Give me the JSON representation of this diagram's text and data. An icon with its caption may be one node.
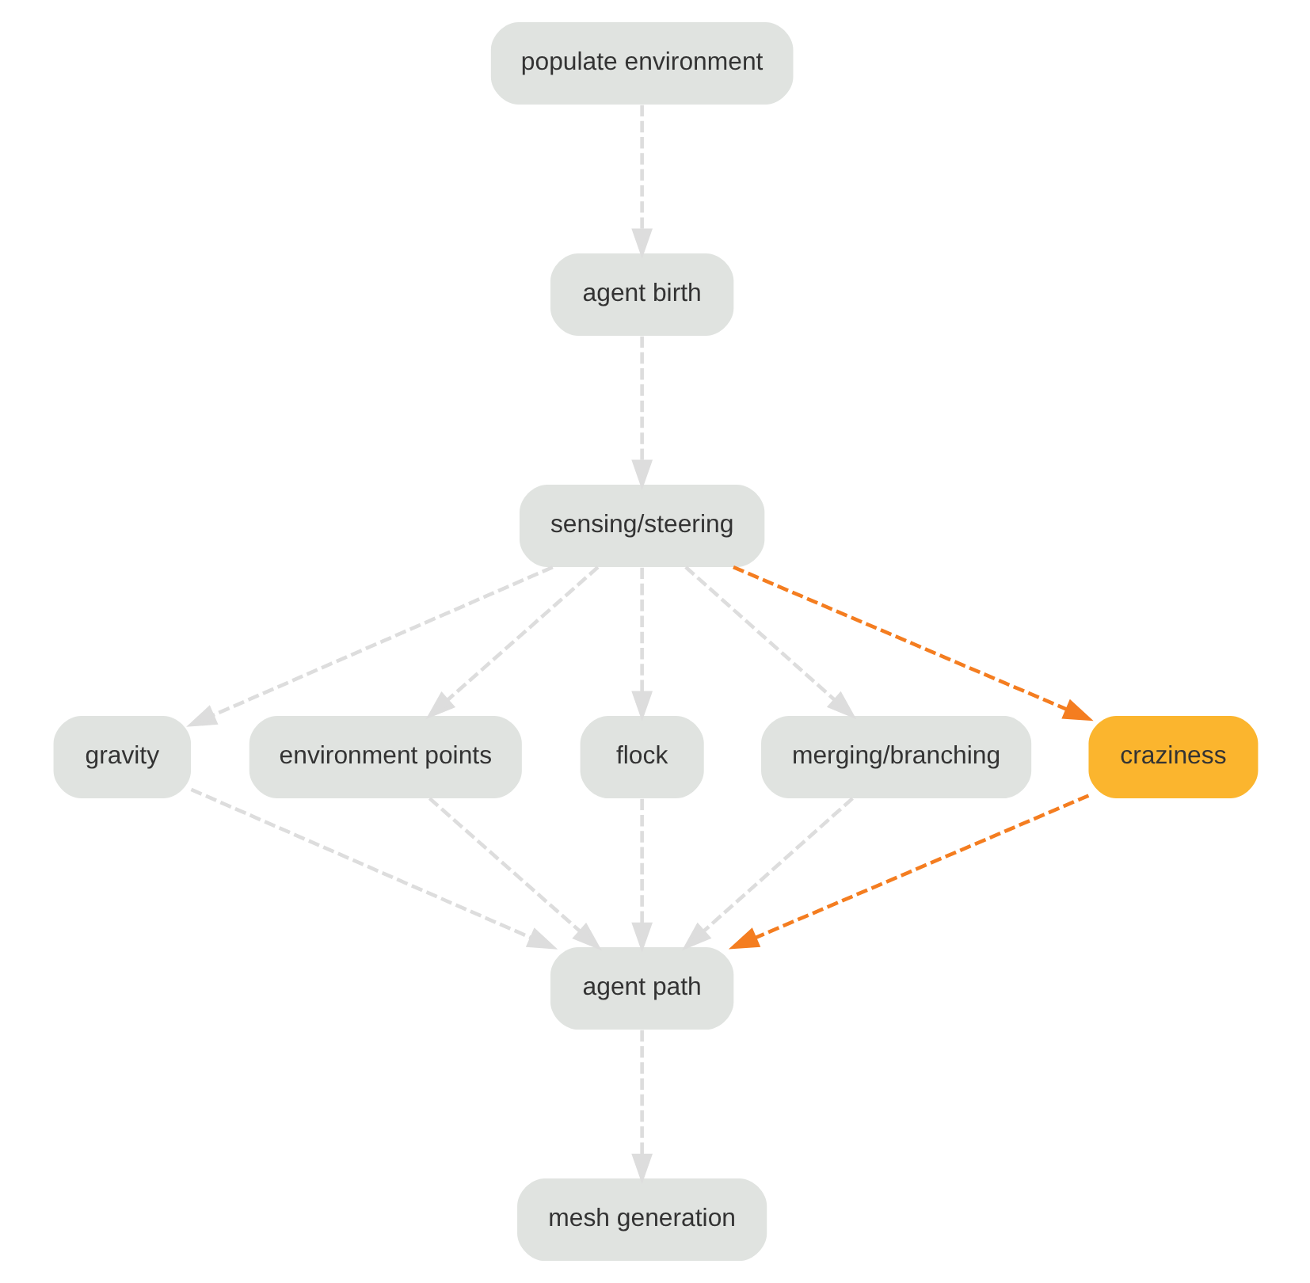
{
  "diagram": {
    "nodes": [
      {
        "text": [
          "populate environment"
        ]
      },
      {
        "text": [
          "agent birth"
        ]
      },
      {
        "text": [
          "sensing/steering"
        ]
      },
      {
        "text": [
          "gravity"
        ]
      },
      {
        "text": [
          "environment points"
        ]
      },
      {
        "text": [
          "flock"
        ]
      },
      {
        "text": [
          "merging/branching"
        ]
      },
      {
        "text": [
          "craziness"
        ]
      },
      {
        "text": [
          "agent path"
        ]
      },
      {
        "text": [
          "mesh generation"
        ]
      }
    ],
    "edges": [
      {
        "from": 0,
        "to": 1,
        "arrow": "to",
        "style": "dashed"
      },
      {
        "from": 1,
        "to": 2,
        "arrow": "to",
        "style": "dashed"
      },
      {
        "from": 2,
        "to": 3,
        "arrow": "to",
        "style": "dashed"
      },
      {
        "from": 2,
        "to": 4,
        "arrow": "to",
        "style": "dashed"
      },
      {
        "from": 2,
        "to": 5,
        "arrow": "to",
        "style": "dashed"
      },
      {
        "from": 2,
        "to": 6,
        "arrow": "to",
        "style": "dashed"
      },
      {
        "from": 2,
        "to": 7,
        "arrow": "to",
        "style": "dashed",
        "color": "#f47d20"
      },
      {
        "from": 3,
        "to": 8,
        "arrow": "to",
        "style": "dashed"
      },
      {
        "from": 4,
        "to": 8,
        "arrow": "to",
        "style": "dashed"
      },
      {
        "from": 5,
        "to": 8,
        "arrow": "to",
        "style": "dashed"
      },
      {
        "from": 6,
        "to": 8,
        "arrow": "to",
        "style": "dashed"
      },
      {
        "from": 7,
        "to": 8,
        "arrow": "to",
        "style": "dashed",
        "color": "#f47d20"
      },
      {
        "from": 8,
        "to": 9,
        "arrow": "to",
        "style": "dashed"
      }
    ]
  }
}
